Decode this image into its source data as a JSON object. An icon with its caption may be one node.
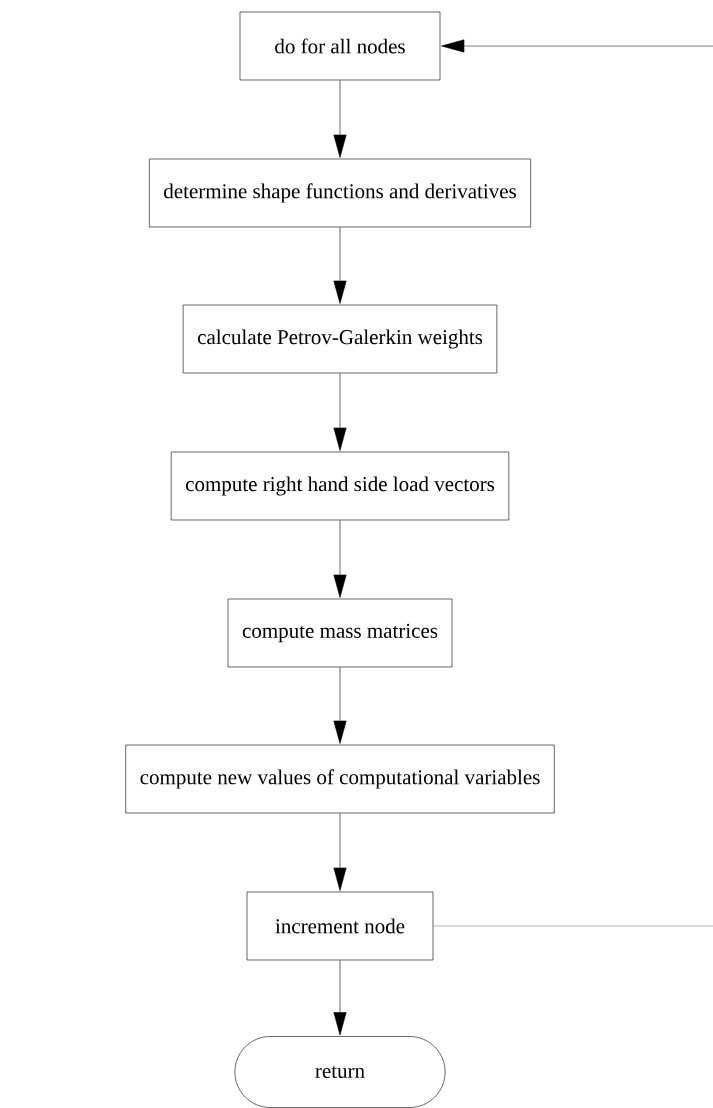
{
  "diagram": {
    "nodes": [
      {
        "text": [
          "do for all nodes"
        ]
      },
      {
        "text": [
          "determine shape functions and derivatives"
        ]
      },
      {
        "text": [
          "calculate Petrov-Galerkin weights"
        ]
      },
      {
        "text": [
          "compute right hand side load vectors"
        ]
      },
      {
        "text": [
          "compute mass matrices"
        ]
      },
      {
        "text": [
          "compute new values of computational variables"
        ]
      },
      {
        "text": [
          "increment node"
        ]
      },
      {
        "text": [
          "return"
        ]
      }
    ],
    "edges": [
      {
        "from": null,
        "to": 0,
        "arrow": "to"
      },
      {
        "from": 0,
        "to": 1,
        "arrow": "to"
      },
      {
        "from": 1,
        "to": 2,
        "arrow": "to"
      },
      {
        "from": 2,
        "to": 3,
        "arrow": "to"
      },
      {
        "from": 3,
        "to": 4,
        "arrow": "to"
      },
      {
        "from": 4,
        "to": 5,
        "arrow": "to"
      },
      {
        "from": 5,
        "to": 6,
        "arrow": "to"
      },
      {
        "from": 6,
        "to": null,
        "arrow": "none"
      },
      {
        "from": 6,
        "to": 7,
        "arrow": "to"
      }
    ]
  }
}
